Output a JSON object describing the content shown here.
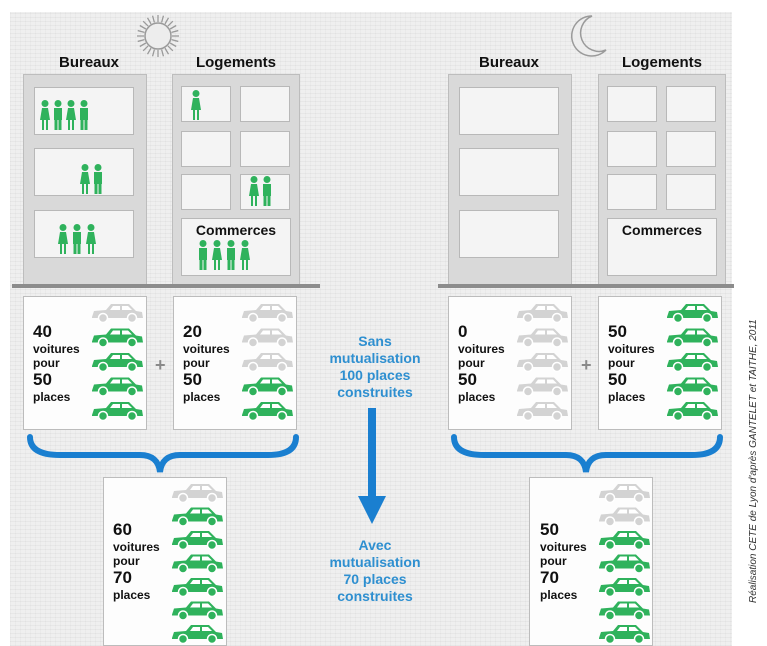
{
  "colors": {
    "green": "#2fb25c",
    "gray_car": "#d3d3d3",
    "blue": "#2e8fd0",
    "building": "#d9d9d9"
  },
  "icons": {
    "day": "sun-icon",
    "night": "moon-icon",
    "person": "person-icon",
    "car": "car-icon"
  },
  "day": {
    "bureaux_title": "Bureaux",
    "logements_title": "Logements",
    "commerces_label": "Commerces",
    "card_bureaux": {
      "count": "40",
      "line1": "voitures",
      "line2": "pour",
      "places": "50",
      "line3": "places",
      "green_cars": 4,
      "total_cars": 5
    },
    "card_logements": {
      "count": "20",
      "line1": "voitures",
      "line2": "pour",
      "places": "50",
      "line3": "places",
      "green_cars": 2,
      "total_cars": 5
    },
    "plus": "+",
    "shared_card": {
      "count": "60",
      "line1": "voitures",
      "line2": "pour",
      "places": "70",
      "line3": "places",
      "green_cars": 6,
      "total_cars": 7
    }
  },
  "night": {
    "bureaux_title": "Bureaux",
    "logements_title": "Logements",
    "commerces_label": "Commerces",
    "card_bureaux": {
      "count": "0",
      "line1": "voitures",
      "line2": "pour",
      "places": "50",
      "line3": "places",
      "green_cars": 0,
      "total_cars": 5
    },
    "card_logements": {
      "count": "50",
      "line1": "voitures",
      "line2": "pour",
      "places": "50",
      "line3": "places",
      "green_cars": 5,
      "total_cars": 5
    },
    "plus": "+",
    "shared_card": {
      "count": "50",
      "line1": "voitures",
      "line2": "pour",
      "places": "70",
      "line3": "places",
      "green_cars": 5,
      "total_cars": 7
    }
  },
  "middle": {
    "without": [
      "Sans",
      "mutualisation",
      "100 places",
      "construites"
    ],
    "with": [
      "Avec",
      "mutualisation",
      "70 places",
      "construites"
    ]
  },
  "credit": "Réalisation CETE de Lyon d'après GANTELET et TAITHE, 2011"
}
